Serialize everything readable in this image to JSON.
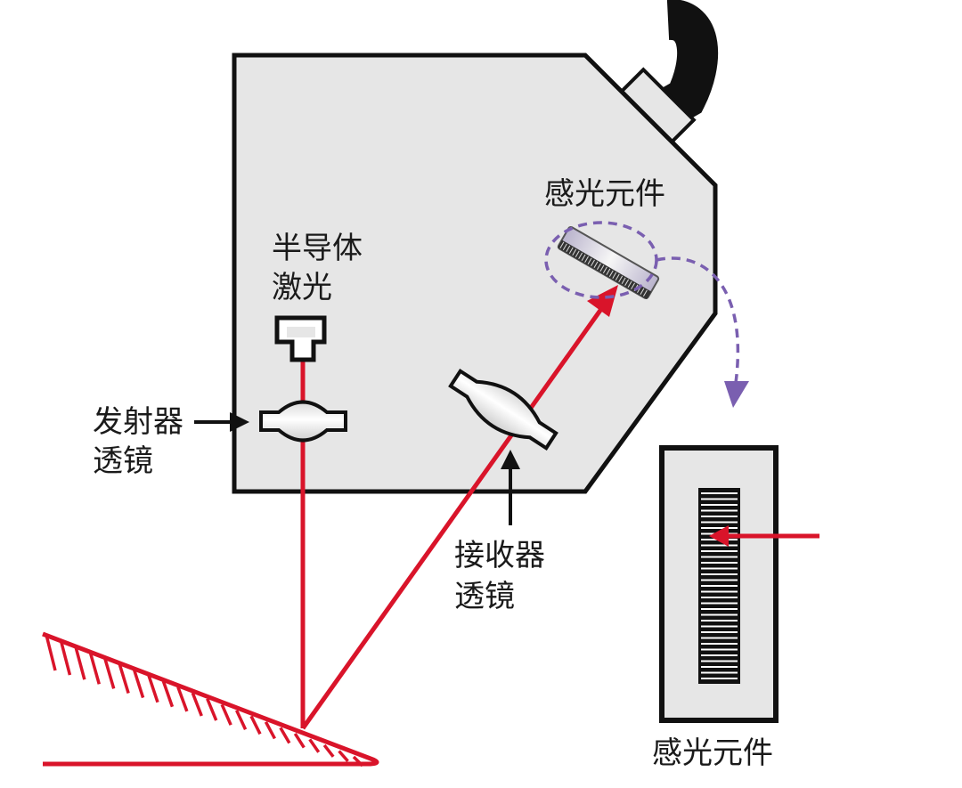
{
  "labels": {
    "sensor_top": "感光元件",
    "laser_line1": "半导体",
    "laser_line2": "激光",
    "emitter_line1": "发射器",
    "emitter_line2": "透镜",
    "receiver_line1": "接收器",
    "receiver_line2": "透镜",
    "sensor_bottom": "感光元件"
  },
  "colors": {
    "beam": "#d9142a",
    "housing": "#e6e6e6",
    "outline": "#111111",
    "cable": "#111111",
    "callout": "#7a5fb0",
    "lens_fill": "#f3f3f3"
  }
}
